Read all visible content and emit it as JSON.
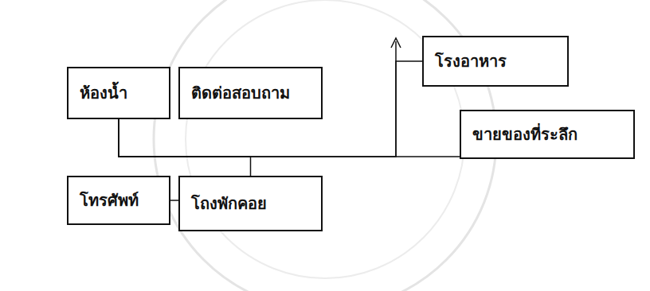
{
  "diagram": {
    "nodes": [
      {
        "text": [
          "ห้องน้ำ"
        ]
      },
      {
        "text": [
          "ติดต่อสอบถาม"
        ]
      },
      {
        "text": [
          "โรงอาหาร"
        ]
      },
      {
        "text": [
          "ขายของที่ระลึก"
        ]
      },
      {
        "text": [
          "โทรศัพท์"
        ]
      },
      {
        "text": [
          "โถงพักคอย"
        ]
      }
    ],
    "edges": [
      {
        "from": 0,
        "to": 5,
        "arrow": "none"
      },
      {
        "from": 0,
        "to": 3,
        "arrow": "none"
      },
      {
        "from": 0,
        "to": 2,
        "arrow": "none"
      },
      {
        "from": 4,
        "to": 5,
        "arrow": "none"
      }
    ]
  }
}
